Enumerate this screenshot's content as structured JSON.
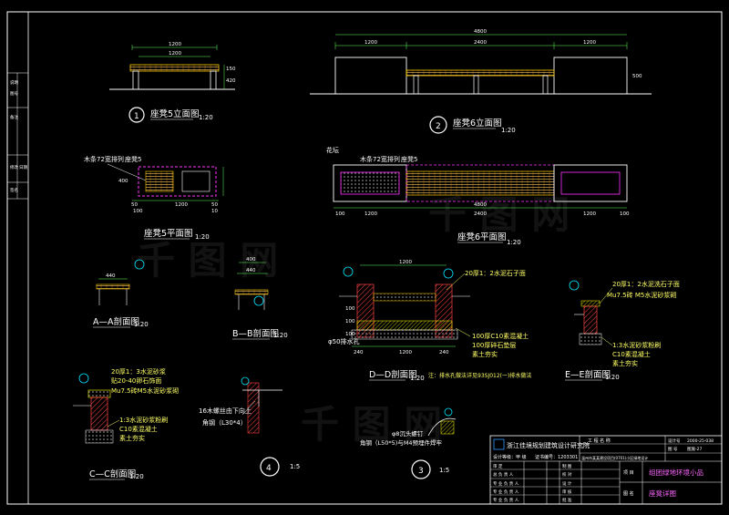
{
  "drawing_titles": {
    "elev5": "座凳5立面图",
    "elev6": "座凳6立面图",
    "plan5": "座凳5平面图",
    "plan6": "座凳6平面图",
    "secA": "A—A剖面图",
    "secB": "B—B剖面图",
    "secD": "D—D剖面图",
    "secE": "E—E剖面图",
    "secC": "C—C剖面图"
  },
  "scales": {
    "s120": "1:20",
    "s15": "1:5"
  },
  "markers": {
    "m1": "1",
    "m2": "2",
    "m3": "3",
    "m4": "4"
  },
  "dimensions": {
    "elev5_top": "1200",
    "elev5_inner": "1200",
    "elev5_h1": "150",
    "elev5_h2": "420",
    "elev6_total": "4800",
    "elev6_a": "1200",
    "elev6_b": "2400",
    "elev6_c": "1200",
    "elev6_h": "500",
    "plan5_a": "50",
    "plan5_b": "1200",
    "plan5_c": "50",
    "plan5_d": "100",
    "plan5_e": "10",
    "plan5_h": "400",
    "plan6_total": "4800",
    "plan6_a": "100",
    "plan6_b": "1200",
    "plan6_c": "2400",
    "plan6_d": "1200",
    "plan6_e": "100",
    "secA_w": "440",
    "secB_w": "400",
    "secB_w2": "440",
    "secD_top": "1200",
    "secD_a": "240",
    "secD_b": "1200",
    "secD_c": "240",
    "secD_h1": "100",
    "secD_h2": "100",
    "secD_bottom": "100"
  },
  "annotations": {
    "plan5_wood": "木条72宽排列",
    "plan5_seat": "座凳5",
    "plan6_flower": "花坛",
    "plan6_wood": "木条72宽排列",
    "plan6_seat": "座凳5",
    "secD_top": "20厚1：2水泥石子面",
    "secD_hole": "φ50排水孔",
    "secD_conc": "100厚C10素混凝土",
    "secD_gravel": "100厚碎石垫层",
    "secD_soil": "素土夯实",
    "secD_note": "注：排水孔做法详见93SJ012(一)排水做法",
    "secE_top": "20厚1：2水泥洗石子面",
    "secE_brick": "Mu7.5砖 M5水泥砂浆砌",
    "secE_plaster": "1:3水泥砂浆粉刷",
    "secE_conc": "C10素混凝土",
    "secE_soil": "素土夯实",
    "secC_top": "20厚1：3水泥砂浆",
    "secC_top2": "贴20-40卵石饰面",
    "secC_brick": "Mu7.5砖M5水泥砂浆砌",
    "secC_plaster": "1:3水泥砂浆粉刷",
    "secC_conc": "C10素混凝土",
    "secC_soil": "素土夯实",
    "det4_bolt": "16木螺丝由下向上",
    "det4_angle": "角钢（L30*4）",
    "det3_bolt": "φ8沉头螺钉",
    "det3_angle": "角钢（L50*5)与M4预埋件焊牢"
  },
  "left_strip": [
    "说明",
    "图号",
    "备注",
    "修改",
    "日期",
    "签名"
  ],
  "title_block": {
    "institute": "浙江佳境规划建筑设计研究院",
    "cert1": "设计等级：甲 级",
    "cert2": "证书编号：1203301",
    "project_label": "工 程 名 称",
    "project_name": "温州市某某建设项目(0701)小区绿地设计",
    "design_no_label": "设计号",
    "design_no": "2000-25-038",
    "drawing_no_label": "图 号",
    "drawing_no": "图施-27",
    "rows": [
      [
        "审 定",
        "制 图"
      ],
      [
        "总 负 责 人",
        "校 对"
      ],
      [
        "专 业 负 责 人",
        "设 计"
      ],
      [
        "专 业 负 责 人",
        "审 核"
      ],
      [
        "专 业 负 责 人",
        "批 准"
      ]
    ],
    "project_col_label": "项 目",
    "drawing_col_label": "图 名",
    "project_title": "组团绿地环境小品",
    "drawing_title": "座凳详图"
  },
  "watermark": "千 图 网",
  "colors": {
    "frame": "#ffffff",
    "section": "#ff33ff",
    "detail_yellow": "#ffff00",
    "hatch_red": "#ff4444",
    "dim_green": "#66ff66",
    "text_white": "#ffffff",
    "marker_cyan": "#00e5ff",
    "titleblock_accent": "#3399ff"
  }
}
